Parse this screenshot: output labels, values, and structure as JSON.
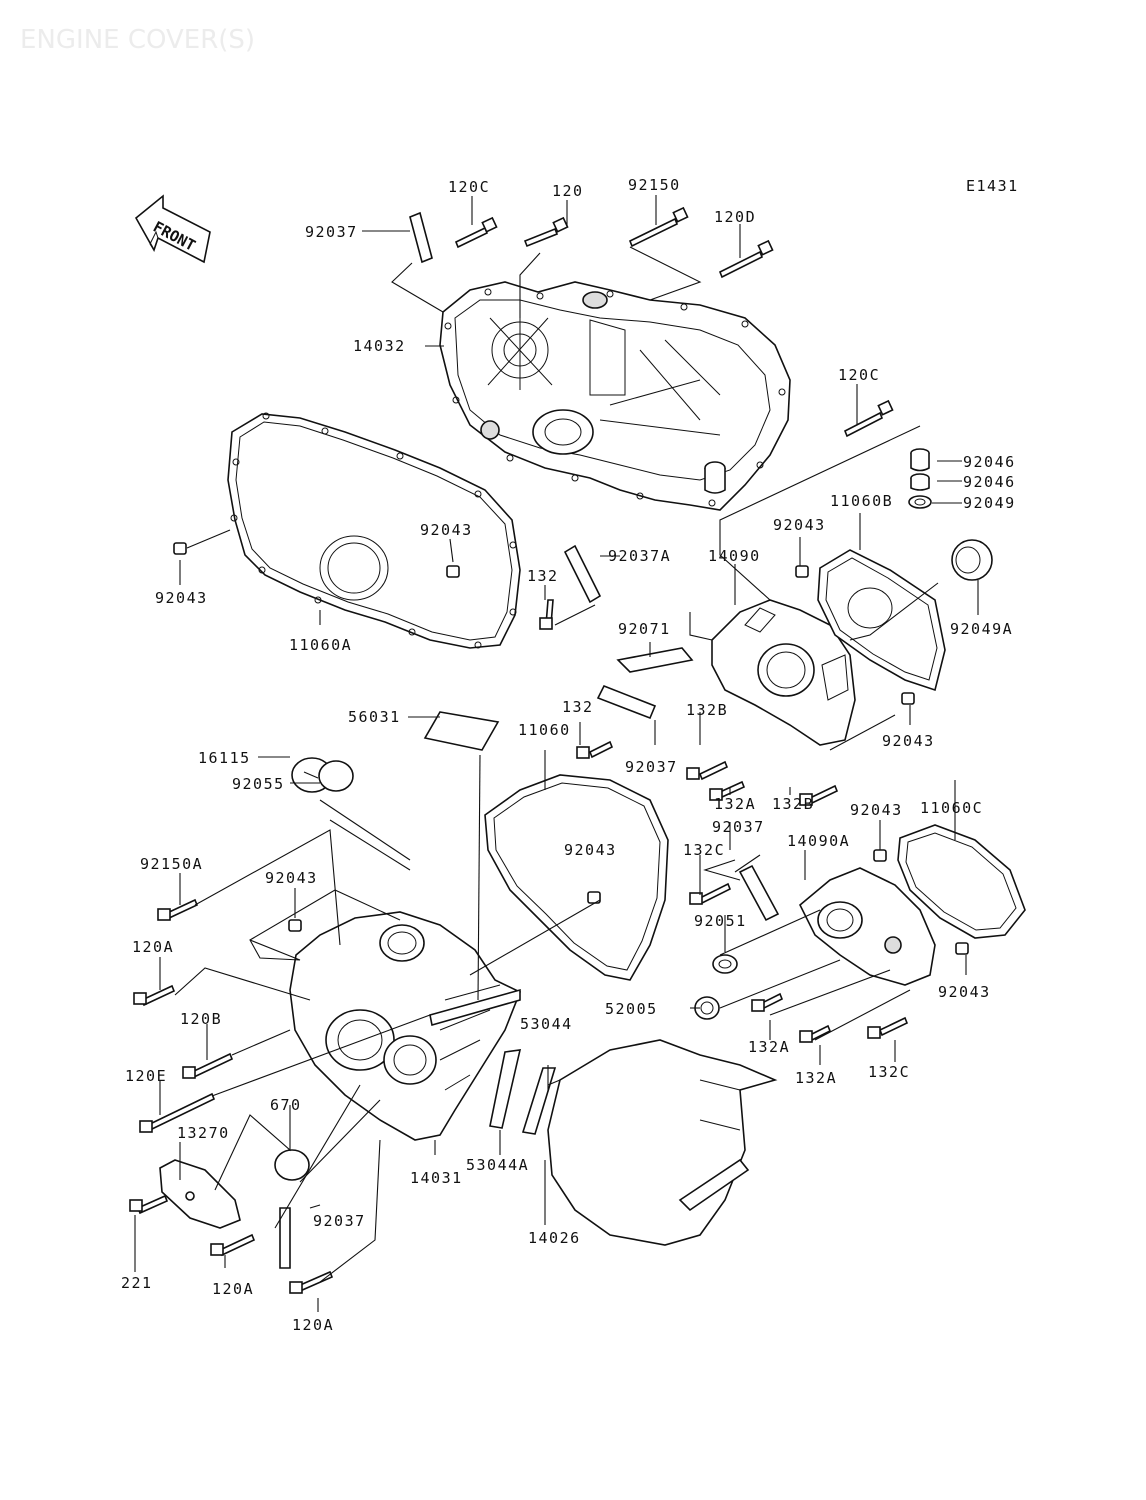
{
  "title": "ENGINE COVER(S)",
  "diagram_code": "E1431",
  "front_label": "FRONT",
  "labels": {
    "l_120c_top": "120C",
    "l_120_top": "120",
    "l_92150": "92150",
    "l_120d": "120D",
    "l_92037_top": "92037",
    "l_14032": "14032",
    "l_120c_right": "120C",
    "l_92046_a": "92046",
    "l_92046_b": "92046",
    "l_92049": "92049",
    "l_11060b": "11060B",
    "l_92043_mid": "92043",
    "l_92043_center": "92043",
    "l_92043_left": "92043",
    "l_92037a": "92037A",
    "l_132_a": "132",
    "l_14090": "14090",
    "l_11060a": "11060A",
    "l_92049a": "92049A",
    "l_92071": "92071",
    "l_56031": "56031",
    "l_11060": "11060",
    "l_132_b": "132",
    "l_132b_a": "132B",
    "l_92043_r1": "92043",
    "l_16115": "16115",
    "l_92055": "92055",
    "l_92037_mid": "92037",
    "l_132a_a": "132A",
    "l_132b_b": "132B",
    "l_11060c": "11060C",
    "l_92043_r2": "92043",
    "l_92037_r": "92037",
    "l_132c_a": "132C",
    "l_14090a": "14090A",
    "l_92150a": "92150A",
    "l_92043_b1": "92043",
    "l_92043_b2": "92043",
    "l_120a_a": "120A",
    "l_92051": "92051",
    "l_92043_r3": "92043",
    "l_52005": "52005",
    "l_120b": "120B",
    "l_132a_b": "132A",
    "l_53044": "53044",
    "l_132a_c": "132A",
    "l_132c_b": "132C",
    "l_120e": "120E",
    "l_670": "670",
    "l_13270": "13270",
    "l_14031": "14031",
    "l_53044a": "53044A",
    "l_92037_bot": "92037",
    "l_14026": "14026",
    "l_221": "221",
    "l_120a_b": "120A",
    "l_120a_c": "120A"
  }
}
